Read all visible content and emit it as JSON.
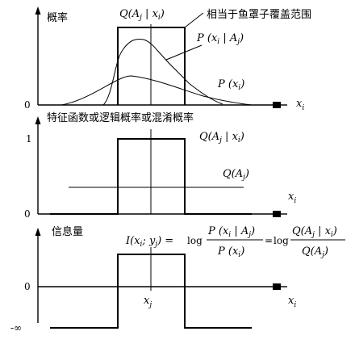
{
  "panel_top": {
    "y_axis_label": "概率",
    "origin_label": "0",
    "x_label": "x_i",
    "q_label": "Q(A_j | x_i)",
    "annotation": "相当于鱼罩子覆盖范围",
    "p_cond_label": "P (x_i | A_j)",
    "p_label": "P (x_i)"
  },
  "panel_mid": {
    "title": "特征函数或逻辑概率或混淆概率",
    "tick_one": "1",
    "origin_label": "0",
    "q_label": "Q(A_j | x_i)",
    "qa_label": "Q(A_j)",
    "x_label": "x_i"
  },
  "panel_bot": {
    "y_axis_label": "信息量",
    "origin_label": "0",
    "neg_inf_label": "-∞",
    "formula_lhs": "I(x_i; y_j) =",
    "log1": "log",
    "frac1_num": "P (x_i | A_j)",
    "frac1_den": "P (x_i)",
    "equals": "=",
    "log2": "log",
    "frac2_num": "Q(A_j | x_i)",
    "frac2_den": "Q(A_j)",
    "xj_label": "x_j",
    "x_label": "x_i"
  }
}
